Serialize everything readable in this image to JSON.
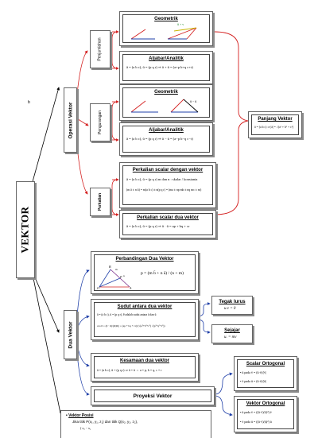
{
  "page_marker": "b",
  "root": "VEKTOR",
  "branches": {
    "operasi": "Operasi Vektor",
    "dua": "Dua Vektor"
  },
  "categories": {
    "penjumlahan": "Penjumlahan",
    "pengurangan": "Pengurangan",
    "perkalian": "Perkalian"
  },
  "boxes": {
    "geometrik_add": "Geometrik",
    "aljabar_add": "Aljabar/Analitik",
    "geometrik_sub": "Geometrik",
    "aljabar_sub": "Aljabar/Analitik",
    "perkalian_scalar": "Perkalian scalar dengan vektor",
    "perkalian_dua": "Perkalian scalar dua vektor",
    "panjang": "Panjang Vektor",
    "perbandingan": "Perbandingan Dua Vektor",
    "sudut": "Sudut antara dua vektor",
    "kesamaan": "Kesamaan  dua vektor",
    "proyeksi": "Proyeksi Vektor",
    "tegak": "Tegak lurus",
    "sejajar": "Sejajar",
    "scalar_ortogonal": "Scalar Ortogonal",
    "vektor_ortogonal": "Vektor Ortogonal"
  },
  "formulas": {
    "aljabar_add": "ā = (a b c),  ū = (p q r)  ⇒ ā + ū = (a+p  b+q  c+r)",
    "aljabar_sub": "ā = (a b c),  ū = (p q r)  ⇒ ā − ū = (a−p  b−q  c−r)",
    "scalar_1": "ā = (a b c),  ū = (p q r)   m dan n : skalar / konstanta",
    "scalar_2": "(m ā ± n ū) = m(a b c) ± n(p q r) = (ma ± np  mb ± nq  mc ± nr)",
    "dua_vektor": "ā = (a b c),  ū = (p q r)  ⇒ ā · ū = ap + bq + cr",
    "panjang": "ā = (a b c)  ⇒ |ā| = √(a² + b² + c²)",
    "perbandingan": "p = (m b̄ + n ā) / (n + m)",
    "sudut_1": "ā = (a b c),  ū = (p q r),  θ adalah sudut antara ā dan ū",
    "sudut_2": "cos θ = (ā · ū)/(|ā||ū|) = (ap + bq + cr)/(√(a²+b²+c²) √(p²+q²+r²))",
    "kesamaan": "ā = (a b c),  ū = (p q r)  ⇒ ā = ū   ⇔  a = p, b = q, c = r",
    "tegak": "u.v = 0",
    "sejajar": "u. = mv",
    "scalar_ortogonal_1": "• ū pada v̄ = (ū·v̄)/|v̄|",
    "scalar_ortogonal_2": "• v̄ pada ū = (ū·v̄)/|ū|",
    "vektor_ortogonal_1": "• ū pada v̄ = ((ū·v̄)/|v̄|²) v̄",
    "vektor_ortogonal_2": "• v̄ pada ū = ((ū·v̄)/|ū|²) ū"
  },
  "geometry_labels": {
    "add_result": "ū + v",
    "sub_result": "ū − ū",
    "point_o": "O",
    "point_a": "A",
    "point_b": "B",
    "point_p": "P",
    "seg_m": "m",
    "seg_n": "n"
  },
  "posisi": {
    "title": "Vektor Posisi",
    "line1": "Jika titik P(x₁, y₁, z₁) dan titik Q(x₂, y₂, z₂),",
    "line2": "( x₂ − x₁"
  },
  "colors": {
    "red": "#d42020",
    "blue": "#1f3fa8",
    "shadow": "#8a8a8a"
  }
}
